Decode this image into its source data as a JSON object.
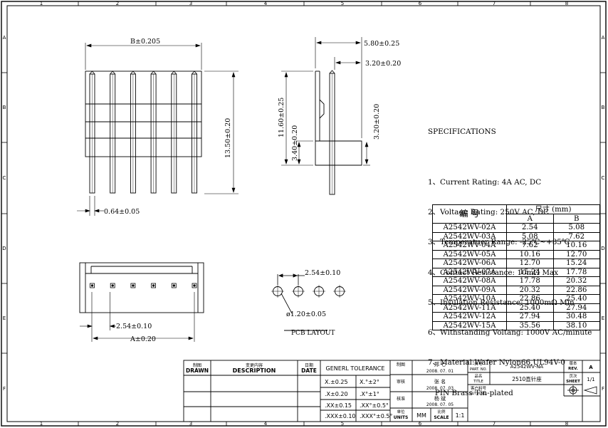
{
  "dims": {
    "width_b": "B±0.205",
    "height_total": "13.50±0.20",
    "pin_width": "0.64±0.05",
    "side_580": "5.80±0.25",
    "side_320a": "3.20±0.20",
    "side_1160": "11.60±0.25",
    "side_340": "3.40±0.20",
    "side_320b": "3.20±0.20",
    "pitch_front": "2.54±0.10",
    "width_a": "A±0.20",
    "pcb_pitch": "2.54±0.10",
    "hole_dia": "ø1.20±0.05"
  },
  "pcb_layout_label": "PCB LAYOUT",
  "specs": {
    "title": "SPECIFICATIONS",
    "items": [
      "1、Current Rating: 4A AC, DC",
      "2、Voltage Rating: 250V AC, DC",
      "3、Temperatuer Range: -25℃~+85℃",
      "4、Contact Resistance: 10mΩ Max",
      "5、Insulation Resistance: 1000mΩ Min",
      "6、Withstanding Voltang: 1000V AC/minute",
      "7、Material:Wafer Nylon66,UL94V-0",
      "   PIN Brass Tin-plated"
    ]
  },
  "table": {
    "col_part": "编  号",
    "col_dim": "尺寸 (mm)",
    "col_a": "A",
    "col_b": "B",
    "rows": [
      {
        "part": "A2542WV-02A",
        "a": "2.54",
        "b": "5.08"
      },
      {
        "part": "A2542WV-03A",
        "a": "5.08",
        "b": "7.62"
      },
      {
        "part": "A2542WV-04A",
        "a": "7.62",
        "b": "10.16"
      },
      {
        "part": "A2542WV-05A",
        "a": "10.16",
        "b": "12.70"
      },
      {
        "part": "A2542WV-06A",
        "a": "12.70",
        "b": "15.24"
      },
      {
        "part": "A2542WV-07A",
        "a": "15.24",
        "b": "17.78"
      },
      {
        "part": "A2542WV-08A",
        "a": "17.78",
        "b": "20.32"
      },
      {
        "part": "A2542WV-09A",
        "a": "20.32",
        "b": "22.86"
      },
      {
        "part": "A2542WV-10A",
        "a": "22.86",
        "b": "25.40"
      },
      {
        "part": "A2542WV-11A",
        "a": "25.40",
        "b": "27.94"
      },
      {
        "part": "A2542WV-12A",
        "a": "27.94",
        "b": "30.48"
      },
      {
        "part": "A2542WV-15A",
        "a": "35.56",
        "b": "38.10"
      }
    ]
  },
  "title_block": {
    "drawn_cn": "制图",
    "drawn": "DRAWN",
    "desc_cn": "变更内容",
    "desc": "DESCRIPTION",
    "date_cn": "日期",
    "date": "DATE",
    "tolerance": "GENERL  TOLERANCE",
    "tol": [
      [
        "X.±0.25",
        "X.°±2°"
      ],
      [
        ".X±0.20",
        ".X°±1°"
      ],
      [
        ".XX±0.15",
        ".XX°±0.5°"
      ],
      [
        ".XXX±0.10",
        ".XXX°±0.5°"
      ]
    ],
    "draw_cn": "制图",
    "check_cn": "审核",
    "approve_cn": "核准",
    "signer1": "郑 七",
    "signer2": "张 名",
    "signer3": "杨 斌",
    "date1": "2008. 07. 01",
    "date2": "2008. 07. 03",
    "date3": "2008. 07. 05",
    "units_cn": "单位",
    "units": "UNITS",
    "units_val": "MM",
    "scale_cn": "比例",
    "scale": "SCALE",
    "scale_val": "1:1",
    "partno_cn": "料号",
    "partno": "PART. NO.",
    "partno_val": "A2542WV-NA",
    "title_cn": "品名",
    "title": "TITLE",
    "title_val": "2510直针座",
    "cust_cn": "客户料号",
    "cust": "CUTM.NO.",
    "rev_cn": "版本",
    "rev": "REV.",
    "rev_val": "A",
    "sheet_cn": "页次",
    "sheet": "SHEET",
    "sheet_val": "1/1"
  },
  "border_letters": [
    "A",
    "B",
    "C",
    "D",
    "E",
    "F"
  ],
  "border_numbers": [
    "1",
    "2",
    "3",
    "4",
    "5",
    "6",
    "7",
    "8"
  ]
}
